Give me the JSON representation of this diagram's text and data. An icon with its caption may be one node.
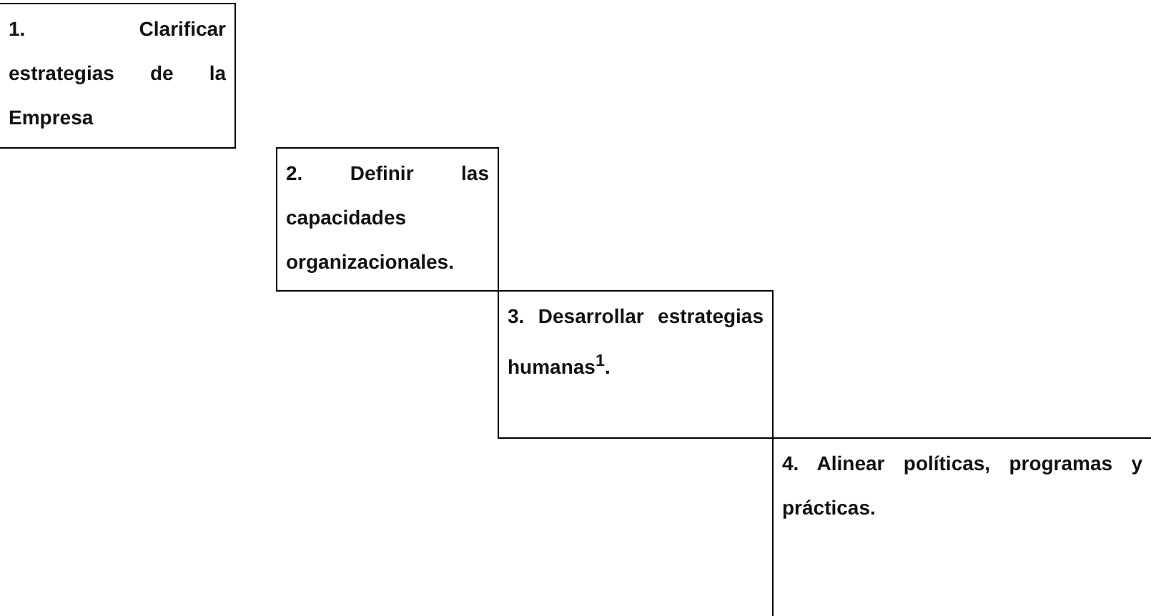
{
  "diagram": {
    "nodes": [
      {
        "text": [
          "1. Clarificar estrategias de la Empresa"
        ]
      },
      {
        "text": [
          "2. Definir las capacidades organizacionales."
        ]
      },
      {
        "text": [
          "3. Desarrollar estrategias humanas$^{1}$."
        ]
      },
      {
        "text": [
          "4. Alinear políticas, programas y prácticas."
        ]
      }
    ]
  }
}
